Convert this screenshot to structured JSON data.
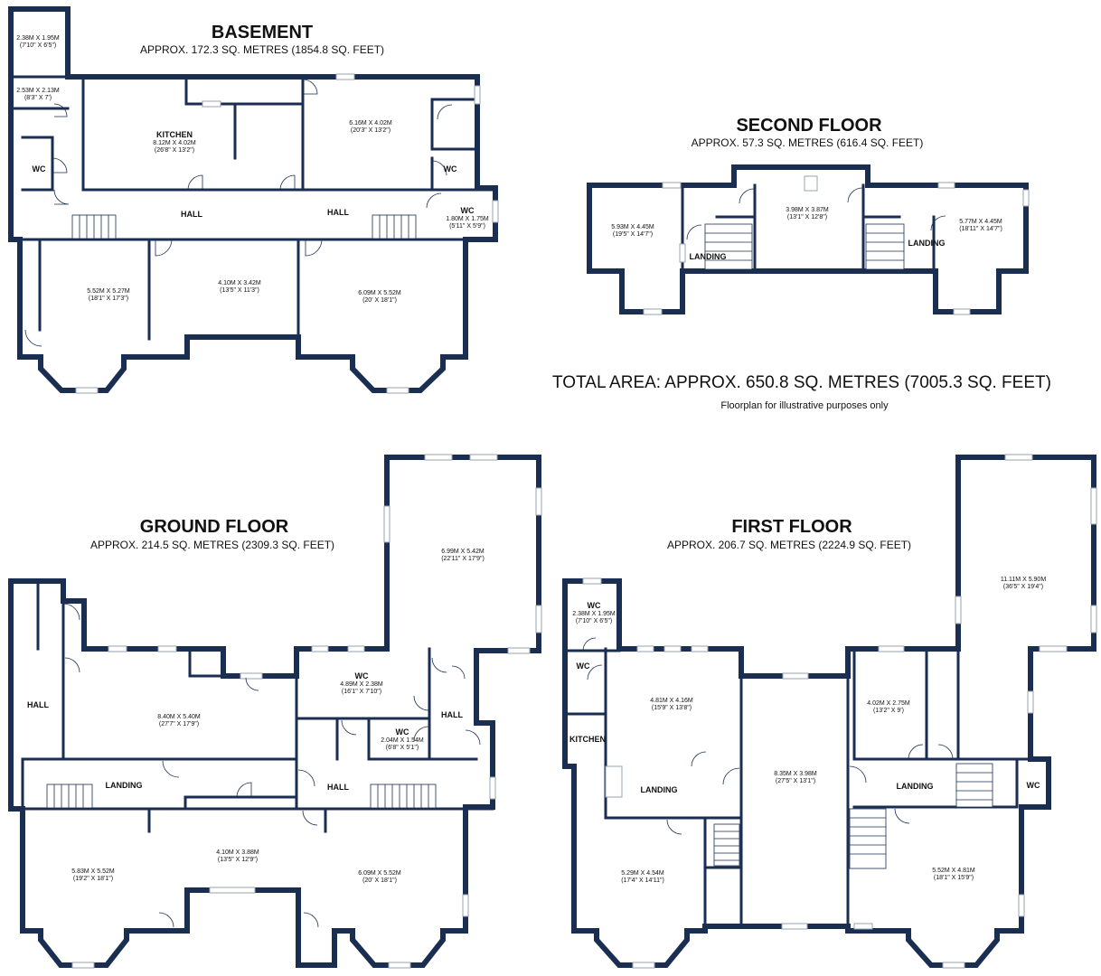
{
  "colors": {
    "wall": "#1a2e52",
    "background": "#ffffff"
  },
  "floors": {
    "basement": {
      "title": "BASEMENT",
      "area": "APPROX. 172.3 SQ. METRES (1854.8 SQ. FEET)",
      "rooms": [
        {
          "dim": "2.38M X 1.95M",
          "imp": "(7'10\" X 6'5\")"
        },
        {
          "dim": "2.53M X 2.13M",
          "imp": "(8'3\" X 7')"
        },
        {
          "name": "WC"
        },
        {
          "name": "KITCHEN",
          "dim": "8.12M X 4.02M",
          "imp": "(26'8\" X 13'2\")"
        },
        {
          "dim": "6.16M X 4.02M",
          "imp": "(20'3\" X 13'2\")"
        },
        {
          "name": "WC"
        },
        {
          "name": "HALL"
        },
        {
          "name": "HALL"
        },
        {
          "name": "WC",
          "dim": "1.80M X 1.75M",
          "imp": "(5'11\" X 5'9\")"
        },
        {
          "dim": "5.52M X 5.27M",
          "imp": "(18'1\" X 17'3\")"
        },
        {
          "dim": "4.10M X 3.42M",
          "imp": "(13'5\" X 11'3\")"
        },
        {
          "dim": "6.09M X 5.52M",
          "imp": "(20' X 18'1\")"
        }
      ]
    },
    "second": {
      "title": "SECOND FLOOR",
      "area": "APPROX. 57.3 SQ. METRES (616.4 SQ. FEET)",
      "rooms": [
        {
          "dim": "5.93M X 4.45M",
          "imp": "(19'5\" X 14'7\")"
        },
        {
          "name": "LANDING"
        },
        {
          "dim": "3.98M X 3.87M",
          "imp": "(13'1\" X 12'8\")"
        },
        {
          "name": "LANDING"
        },
        {
          "dim": "5.77M X 4.45M",
          "imp": "(18'11\" X 14'7\")"
        }
      ]
    },
    "ground": {
      "title": "GROUND FLOOR",
      "area": "APPROX. 214.5 SQ. METRES (2309.3 SQ. FEET)",
      "rooms": [
        {
          "name": "HALL"
        },
        {
          "dim": "8.40M X 5.40M",
          "imp": "(27'7\" X 17'9\")"
        },
        {
          "name": "LANDING"
        },
        {
          "name": "WC",
          "dim": "4.89M X 2.38M",
          "imp": "(16'1\" X 7'10\")"
        },
        {
          "name": "WC",
          "dim": "2.04M X 1.54M",
          "imp": "(6'8\" X 5'1\")"
        },
        {
          "name": "HALL"
        },
        {
          "name": "HALL"
        },
        {
          "dim": "6.99M X 5.42M",
          "imp": "(22'11\" X 17'9\")"
        },
        {
          "dim": "4.10M X 3.88M",
          "imp": "(13'5\" X 12'9\")"
        },
        {
          "dim": "5.83M X 5.52M",
          "imp": "(19'2\" X 18'1\")"
        },
        {
          "dim": "6.09M X 5.52M",
          "imp": "(20' X 18'1\")"
        }
      ]
    },
    "first": {
      "title": "FIRST FLOOR",
      "area": "APPROX. 206.7 SQ. METRES (2224.9 SQ. FEET)",
      "rooms": [
        {
          "name": "WC",
          "dim": "2.38M X 1.95M",
          "imp": "(7'10\" X 6'5\")"
        },
        {
          "name": "WC"
        },
        {
          "name": "KITCHEN"
        },
        {
          "dim": "4.81M X 4.16M",
          "imp": "(15'9\" X 13'8\")"
        },
        {
          "name": "LANDING"
        },
        {
          "dim": "8.35M X 3.98M",
          "imp": "(27'5\" X 13'1\")"
        },
        {
          "dim": "4.02M X 2.75M",
          "imp": "(13'2\" X 9')"
        },
        {
          "name": "LANDING"
        },
        {
          "name": "WC"
        },
        {
          "dim": "11.11M X 5.90M",
          "imp": "(36'5\" X 19'4\")"
        },
        {
          "dim": "5.29M X 4.54M",
          "imp": "(17'4\" X 14'11\")"
        },
        {
          "dim": "5.52M X 4.81M",
          "imp": "(18'1\" X 15'9\")"
        }
      ]
    }
  },
  "total_area": "TOTAL AREA: APPROX. 650.8 SQ. METRES (7005.3 SQ. FEET)",
  "disclaimer": "Floorplan for illustrative purposes only"
}
